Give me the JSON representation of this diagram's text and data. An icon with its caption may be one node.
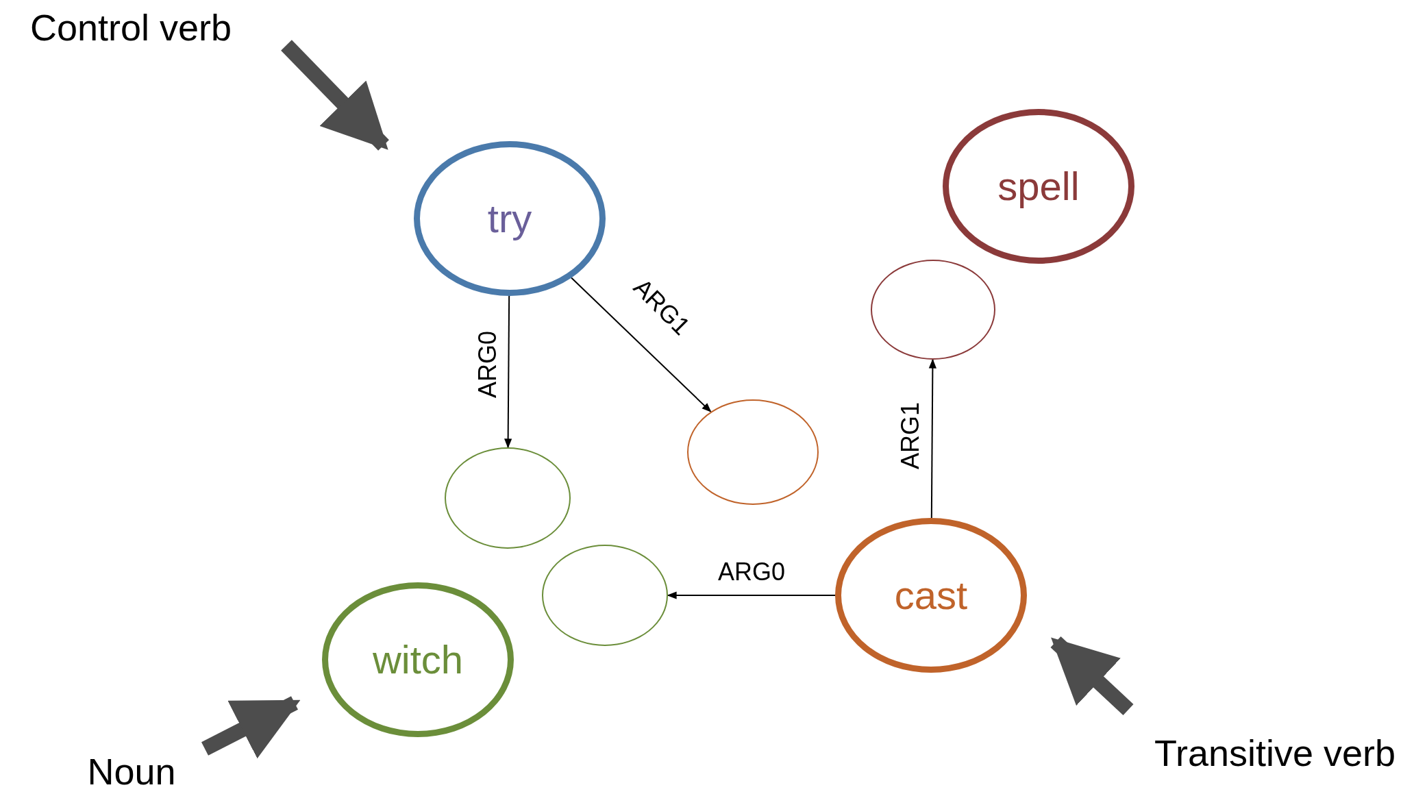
{
  "diagram": {
    "nodes": [
      {
        "text": [
          "Control verb"
        ]
      },
      {
        "text": [
          "try"
        ]
      },
      {
        "text": [
          "spell"
        ]
      },
      {
        "text": [],
        "shape": "circle"
      },
      {
        "text": [],
        "shape": "circle"
      },
      {
        "text": [],
        "shape": "circle"
      },
      {
        "text": [],
        "shape": "circle"
      },
      {
        "text": [
          "cast"
        ]
      },
      {
        "text": [
          "witch"
        ]
      },
      {
        "text": [
          "Noun"
        ]
      },
      {
        "text": [
          "Transitive verb"
        ]
      }
    ],
    "edges": [
      {
        "from": 1,
        "to": 5,
        "arrow": "to",
        "label": "ARG0"
      },
      {
        "from": 1,
        "to": 4,
        "arrow": "to",
        "label": "ARG1"
      },
      {
        "from": 7,
        "to": 3,
        "arrow": "to",
        "label": "ARG1"
      },
      {
        "from": 7,
        "to": 6,
        "arrow": "to",
        "label": "ARG0"
      },
      {
        "from": 0,
        "to": 1,
        "arrow": "to",
        "style": "thick",
        "color": "#4d4d4d"
      },
      {
        "from": 9,
        "to": 8,
        "arrow": "to",
        "style": "thick",
        "color": "#4d4d4d"
      },
      {
        "from": 10,
        "to": 7,
        "arrow": "to",
        "style": "thick",
        "color": "#4d4d4d"
      }
    ]
  }
}
